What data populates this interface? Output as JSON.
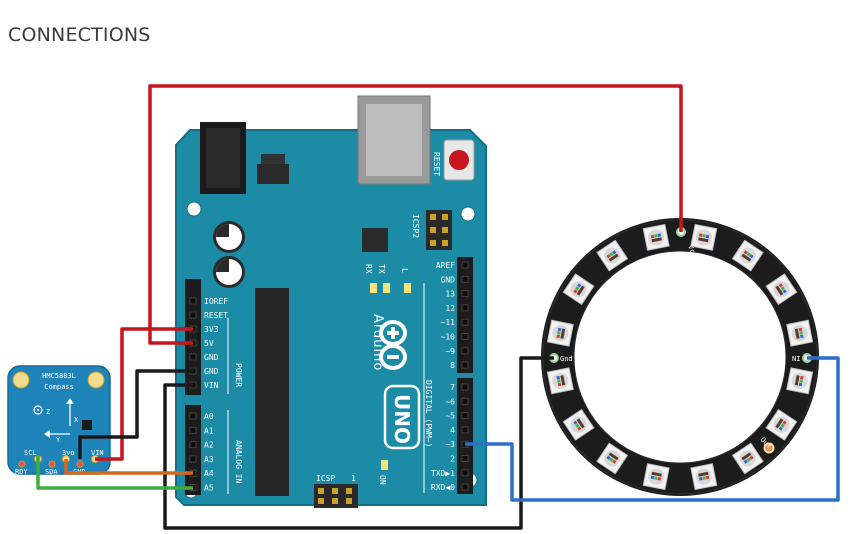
{
  "page": {
    "heading": "CONNECTIONS"
  },
  "arduino": {
    "brand": "Arduino",
    "model": "UNO",
    "reset_label": "RESET",
    "icsp2_label": "ICSP2",
    "icsp_label": "ICSP",
    "icsp_one": "1",
    "tx_label": "TX",
    "rx_label": "RX",
    "l_label": "L",
    "on_label": "ON",
    "power_header_label": "POWER",
    "analog_header_label": "ANALOG IN",
    "digital_header_label": "DIGITAL (PWM~)",
    "power_pins": [
      "IOREF",
      "RESET",
      "3V3",
      "5V",
      "GND",
      "GND",
      "VIN"
    ],
    "analog_pins": [
      "A0",
      "A1",
      "A2",
      "A3",
      "A4",
      "A5"
    ],
    "digital_top_pins": [
      "AREF",
      "GND",
      "13",
      "12",
      "~11",
      "~10",
      "~9",
      "8"
    ],
    "digital_bottom_pins": [
      "7",
      "~6",
      "~5",
      "4",
      "~3",
      "2",
      "TXD▶1",
      "RXD◀0"
    ]
  },
  "compass": {
    "title_line1": "HMC5883L",
    "title_line2": "Compass",
    "axis_z": "Z",
    "axis_x": "X",
    "axis_y": "Y",
    "pins_top": [
      "SCL",
      "3vo",
      "VIN"
    ],
    "pins_bottom": [
      "RDY",
      "SDA",
      "GND"
    ]
  },
  "ring": {
    "vcc_label": "Vcc",
    "gnd_label": "Gnd",
    "ni_label": "NI",
    "out_label": "Out",
    "led_count": 16
  },
  "colors": {
    "board": "#1b8ba6",
    "board_dark": "#146f86",
    "wire_red": "#c8141d",
    "wire_black": "#1a1a1a",
    "wire_blue": "#2d6ec9",
    "wire_green": "#3cae3c",
    "wire_orange": "#d2691e",
    "compass_board": "#1e83b8",
    "ring_black": "#1c1c1c"
  }
}
